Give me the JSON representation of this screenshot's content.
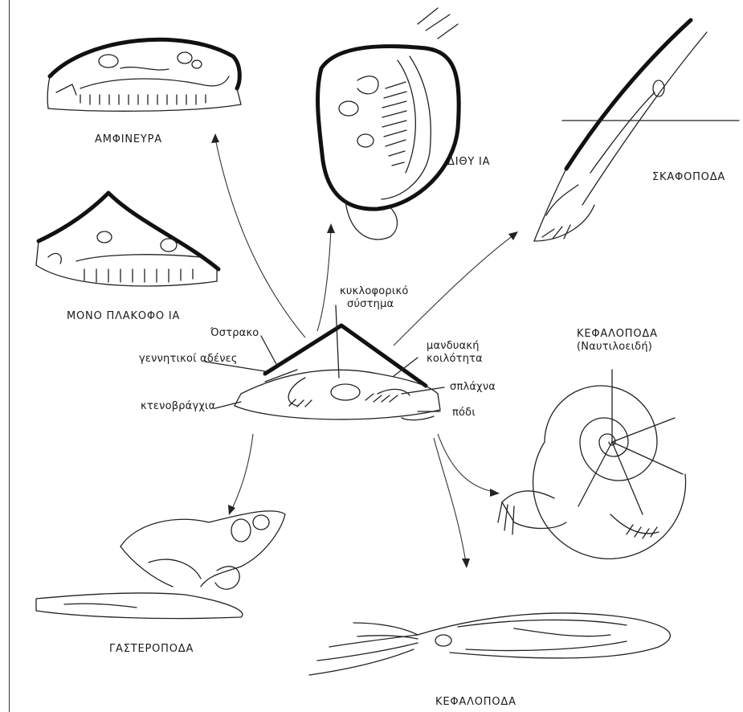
{
  "labels": {
    "amphineura": "ΑΜΦΙΝΕΥΡΑ",
    "bivalvia": "ΔΙΘΥ ΙΑ",
    "scaphopoda": "ΣΚΑΦΟΠΟΔΑ",
    "monoplacophora": "ΜΟΝΟ ΠΛΑΚΟΦΟ ΙΑ",
    "cephalopoda_nautiloidea_title": "ΚΕΦΑΛΟΠΟΔΑ",
    "cephalopoda_nautiloidea_sub": "(Ναυτιλοειδή)",
    "gastropoda": "ΓΑΣΤΕΡΟΠΟΔΑ",
    "cephalopoda": "ΚΕΦΑΛΟΠΟΔΑ",
    "circulatory_line1": "κυκλοφορικό",
    "circulatory_line2": "σύστημα",
    "shell": "Όστρακο",
    "gonads": "γεννητικοί αδένες",
    "mantle_cavity_line1": "μανδυακή",
    "mantle_cavity_line2": "κοιλότητα",
    "viscera": "σπλάχνα",
    "foot": "πόδι",
    "gills": "κτενοβράγχια"
  },
  "icons": [
    "amphineura-sketch",
    "bivalvia-sketch",
    "scaphopoda-sketch",
    "monoplacophora-sketch",
    "ancestral-mollusc-sketch",
    "nautilus-sketch",
    "gastropoda-sketch",
    "squid-sketch"
  ]
}
